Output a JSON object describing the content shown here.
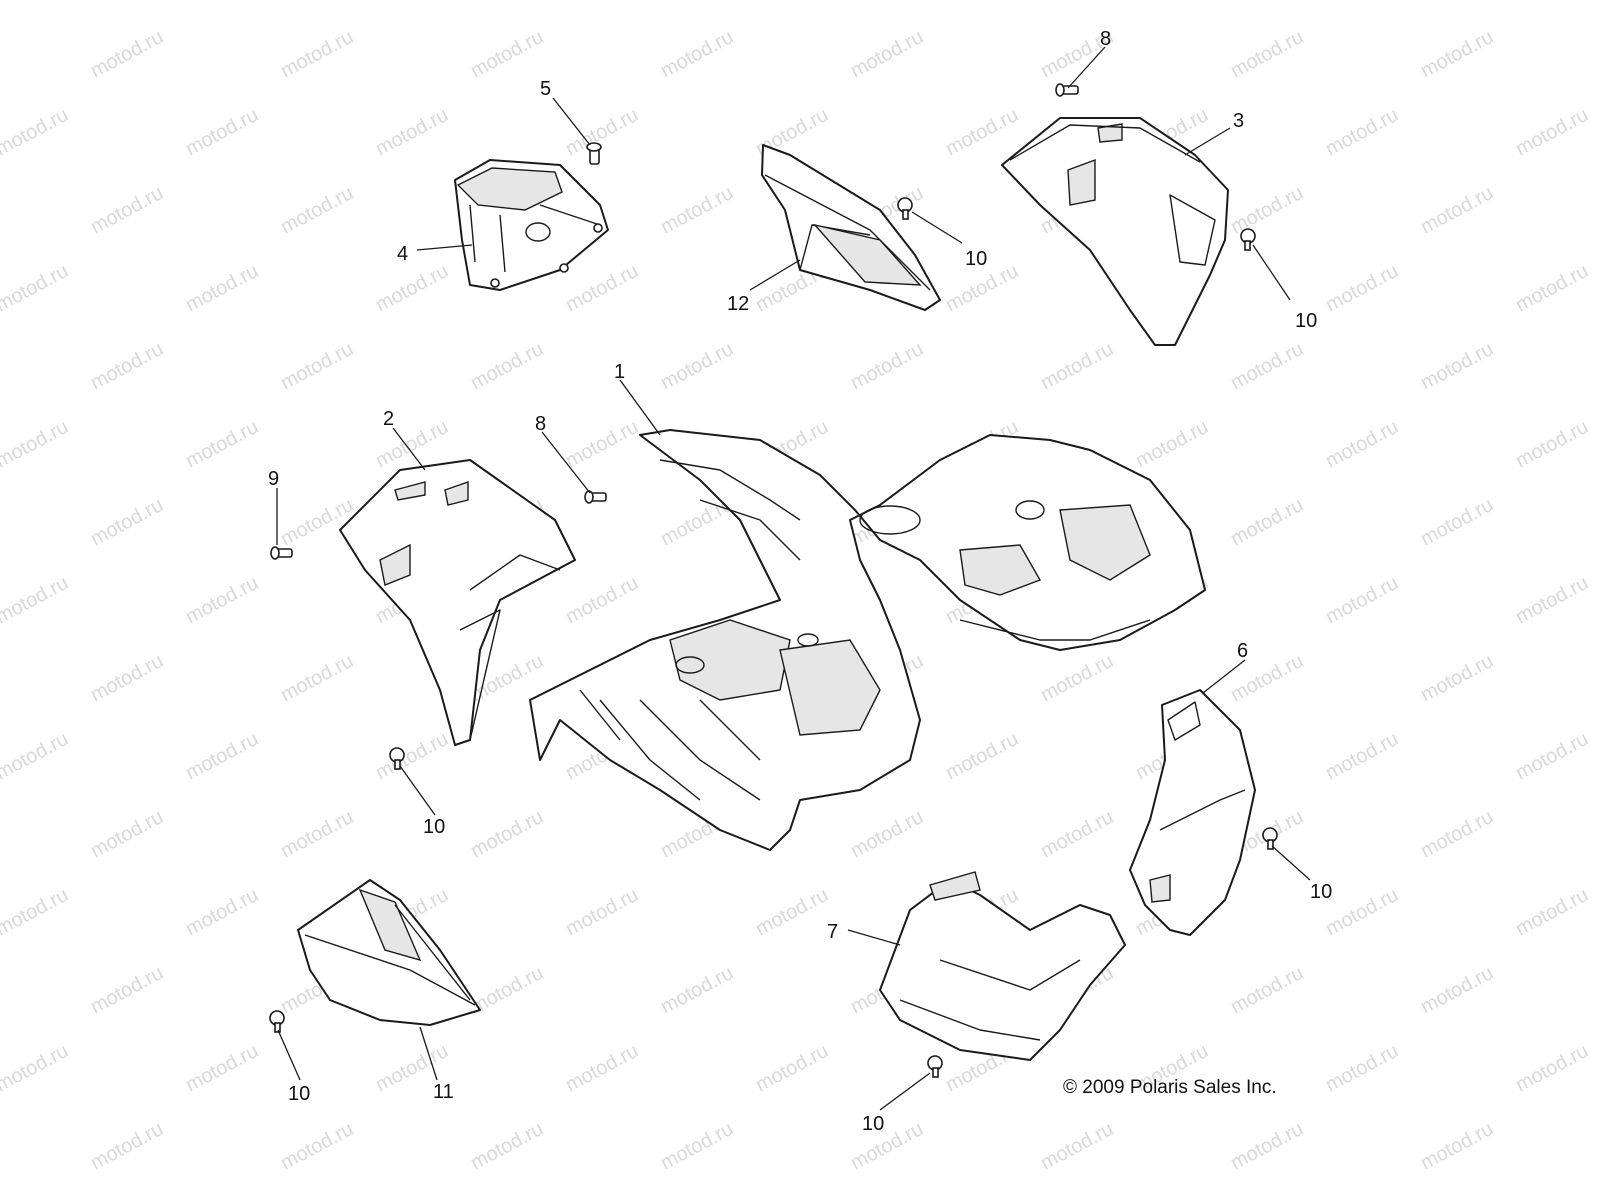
{
  "watermark": "motod.ru",
  "copyright": "© 2009 Polaris Sales Inc.",
  "callouts": {
    "c1": "1",
    "c2": "2",
    "c3": "3",
    "c4": "4",
    "c5": "5",
    "c6": "6",
    "c7": "7",
    "c8a": "8",
    "c8b": "8",
    "c9": "9",
    "c10a": "10",
    "c10b": "10",
    "c10c": "10",
    "c10d": "10",
    "c10e": "10",
    "c10f": "10",
    "c11": "11",
    "c12": "12"
  }
}
